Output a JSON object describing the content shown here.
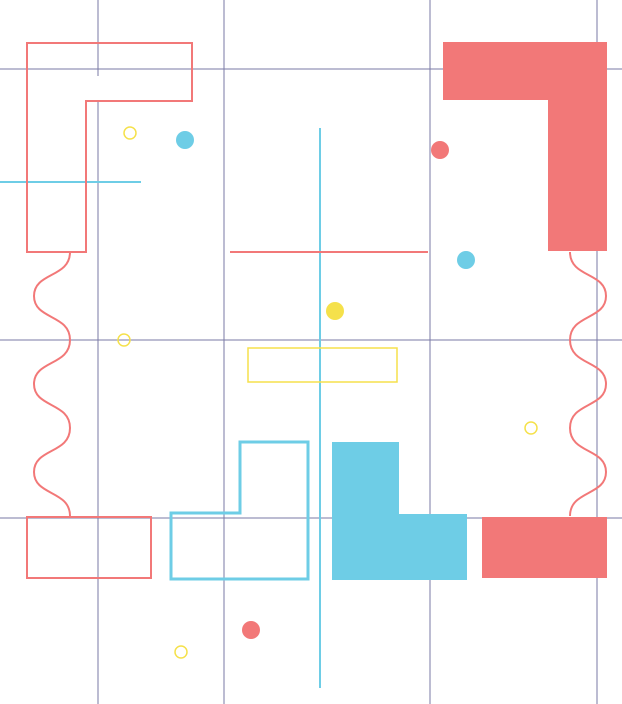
{
  "colors": {
    "background": "#ffffff",
    "coral": "#f27878",
    "cyan": "#6ecde6",
    "yellow": "#f5e14b",
    "navy": "#7a7aa6"
  },
  "shapes": {
    "grid": "navy",
    "wavy_lines": "coral",
    "filled_blocks": [
      "coral",
      "cyan"
    ],
    "outline_blocks": [
      "coral",
      "cyan",
      "yellow"
    ],
    "dots": [
      "coral",
      "cyan",
      "yellow"
    ]
  }
}
